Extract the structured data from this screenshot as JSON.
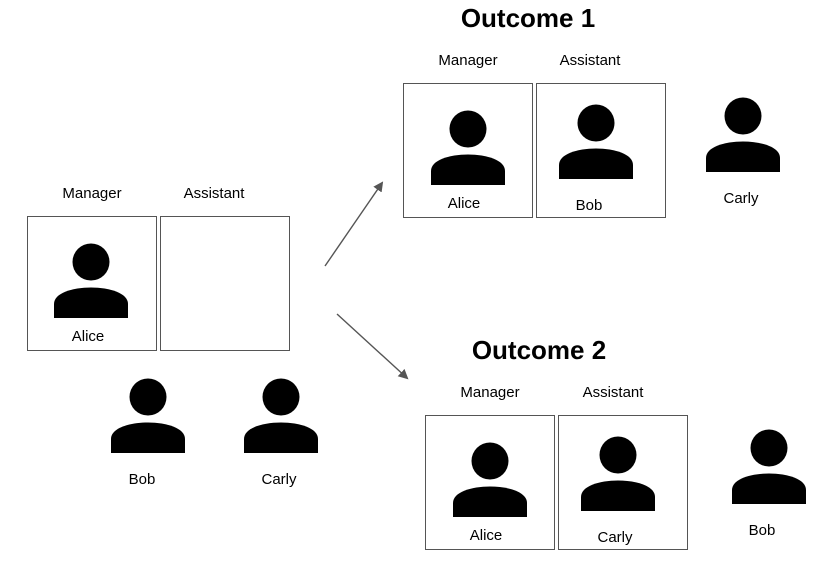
{
  "initial": {
    "roles": {
      "manager": "Manager",
      "assistant": "Assistant"
    },
    "people": {
      "alice": "Alice",
      "bob": "Bob",
      "carly": "Carly"
    }
  },
  "outcome1": {
    "title": "Outcome 1",
    "roles": {
      "manager": "Manager",
      "assistant": "Assistant"
    },
    "people": {
      "alice": "Alice",
      "bob": "Bob",
      "carly": "Carly"
    }
  },
  "outcome2": {
    "title": "Outcome 2",
    "roles": {
      "manager": "Manager",
      "assistant": "Assistant"
    },
    "people": {
      "alice": "Alice",
      "carly": "Carly",
      "bob": "Bob"
    }
  },
  "icons": {
    "person": "person-icon",
    "arrow": "arrow-icon"
  },
  "colors": {
    "stroke": "#555555",
    "icon": "#000000"
  }
}
